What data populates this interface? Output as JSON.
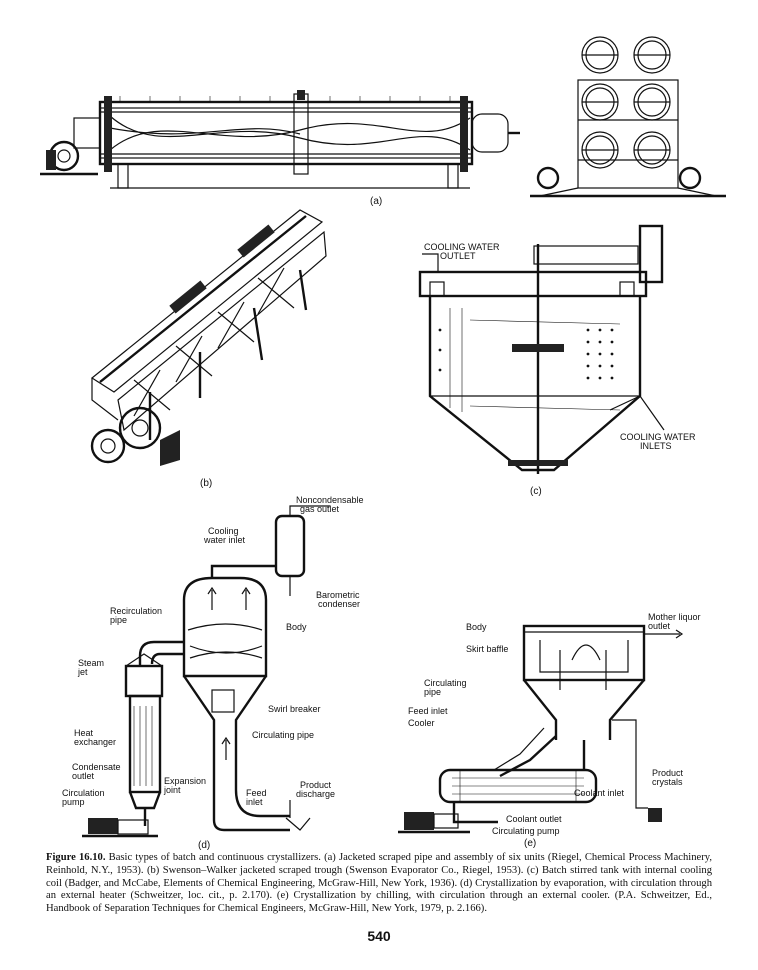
{
  "figure": {
    "panels": {
      "a": "(a)",
      "b": "(b)",
      "c": "(c)",
      "d": "(d)",
      "e": "(e)"
    },
    "labels_c": {
      "cooling_water_outlet": [
        "COOLING WATER",
        "OUTLET"
      ],
      "cooling_water_inlets": [
        "COOLING WATER",
        "INLETS"
      ]
    },
    "labels_d": {
      "noncondensable": [
        "Noncondensable",
        "gas outlet"
      ],
      "cooling_water_inlet": [
        "Cooling",
        "water inlet"
      ],
      "barometric_condenser": [
        "Barometric",
        "condenser"
      ],
      "recirculation_pipe": [
        "Recirculation",
        "pipe"
      ],
      "body": "Body",
      "steam_jet": [
        "Steam",
        "jet"
      ],
      "swirl_breaker": "Swirl breaker",
      "heat_exchanger": [
        "Heat",
        "exchanger"
      ],
      "circulating_pipe": "Circulating pipe",
      "condensate_outlet": [
        "Condensate",
        "outlet"
      ],
      "expansion_joint": [
        "Expansion",
        "joint"
      ],
      "feed_inlet": [
        "Feed",
        "inlet"
      ],
      "product_discharge": [
        "Product",
        "discharge"
      ],
      "circulation_pump": [
        "Circulation",
        "pump"
      ]
    },
    "labels_e": {
      "body": "Body",
      "skirt_baffle": "Skirt baffle",
      "mother_liquor_outlet": [
        "Mother liquor",
        "outlet"
      ],
      "circulating_pipe": [
        "Circulating",
        "pipe"
      ],
      "feed_inlet": "Feed inlet",
      "cooler": "Cooler",
      "coolant_inlet": "Coolant inlet",
      "product_crystals": [
        "Product",
        "crystals"
      ],
      "coolant_outlet": "Coolant outlet",
      "circulating_pump": "Circulating pump"
    }
  },
  "caption": {
    "figure_label": "Figure 16.10.",
    "text": "Basic types of batch and continuous crystallizers. (a) Jacketed scraped pipe and assembly of six units (Riegel, Chemical Process Machinery, Reinhold, N.Y., 1953). (b) Swenson–Walker jacketed scraped trough (Swenson Evaporator Co., Riegel, 1953). (c) Batch stirred tank with internal cooling coil (Badger, and McCabe, Elements of Chemical Engineering, McGraw-Hill, New York, 1936). (d) Crystallization by evaporation, with circulation through an external heater (Schweitzer, loc. cit., p. 2.170). (e) Crystallization by chilling, with circulation through an external cooler. (P.A. Schweitzer, Ed., Handbook of Separation Techniques for Chemical Engineers, McGraw-Hill, New York, 1979, p. 2.166)."
  },
  "page_number": "540"
}
